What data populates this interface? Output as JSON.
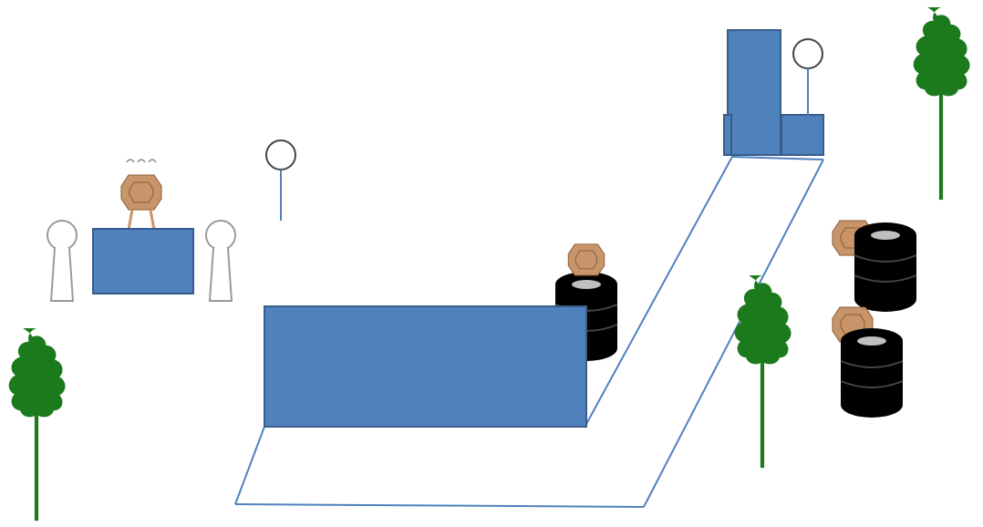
{
  "scene": {
    "background": "#ffffff",
    "colors": {
      "wall_fill": "#4f81bd",
      "wall_stroke": "#385d8a",
      "track_line": "#4f81bd",
      "tree_green": "#1b7a1b",
      "tree_trunk": "#1b7a1b",
      "target_tan": "#c8956a",
      "target_line": "#8a5a33",
      "tire_black": "#000000",
      "tire_hub": "#bfbfbf",
      "popper_outline": "#9a9a9a"
    },
    "icons": [
      "shoot-box-path",
      "barricade-wall",
      "tire-stack",
      "cardboard-target",
      "steel-plate-target",
      "popper-target",
      "tree-icon"
    ]
  }
}
